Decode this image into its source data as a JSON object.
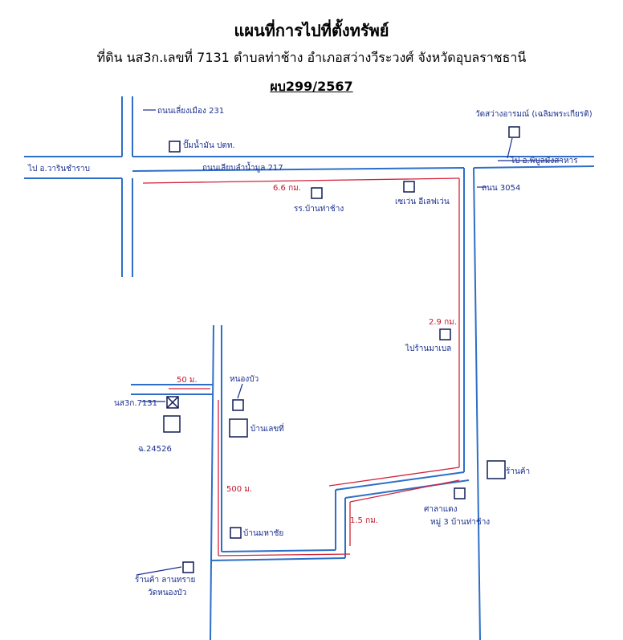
{
  "header": {
    "title": "แผนที่การไปที่ตั้งทรัพย์",
    "subtitle": "ที่ดิน นส3ก.เลขที่ 7131 ตำบลท่าช้าง อำเภอสว่างวีระวงศ์ จังหวัดอุบลราชธานี",
    "case_no": "ผบ299/2567"
  },
  "labels": {
    "road_231": "ถนนเลี่ยงเมือง 231",
    "shop_ptt": "ปั๊มน้ำมัน ปตท.",
    "to_warin": "ไป อ.วารินชำราบ",
    "main_road": "ถนนเลียบลำน้ำมูล 217",
    "temple_school": "วัดสว่างอารมณ์ (เฉลิมพระเกียรติ)",
    "to_phibun": "ไป อ.พิบูลมังสาหาร",
    "road_3054": "ถนน 3054",
    "shop_711": "เซเว่น อีเลฟเว่น",
    "school": "รร.บ้านท่าช้าง",
    "store_right": "ร้านค้า",
    "shop_yellow": "ไปร้านมาเบล",
    "plot_no": "นส3ก.7131",
    "deed_no": "ฉ.24526",
    "small_house": "บ้านเลขที่",
    "house_near": "หนองบัว",
    "office_bottom_right": "ศาลาแดง",
    "village_bottom": "หมู่ 3 บ้านท่าช้าง",
    "house_b": "บ้านมหาชัย",
    "shop_bottom": "ร้านค้า ลานทราย",
    "temple_bottom": "วัดหนองบัว"
  },
  "distances": {
    "top": "6.6 กม.",
    "right": "2.9 กม.",
    "plot_side": "50 ม.",
    "left_vertical": "500 ม.",
    "bottom": "1.5 กม."
  },
  "colors": {
    "road": "#2d6fc8",
    "route": "#d2233a",
    "ink": "#1b2f8f"
  }
}
